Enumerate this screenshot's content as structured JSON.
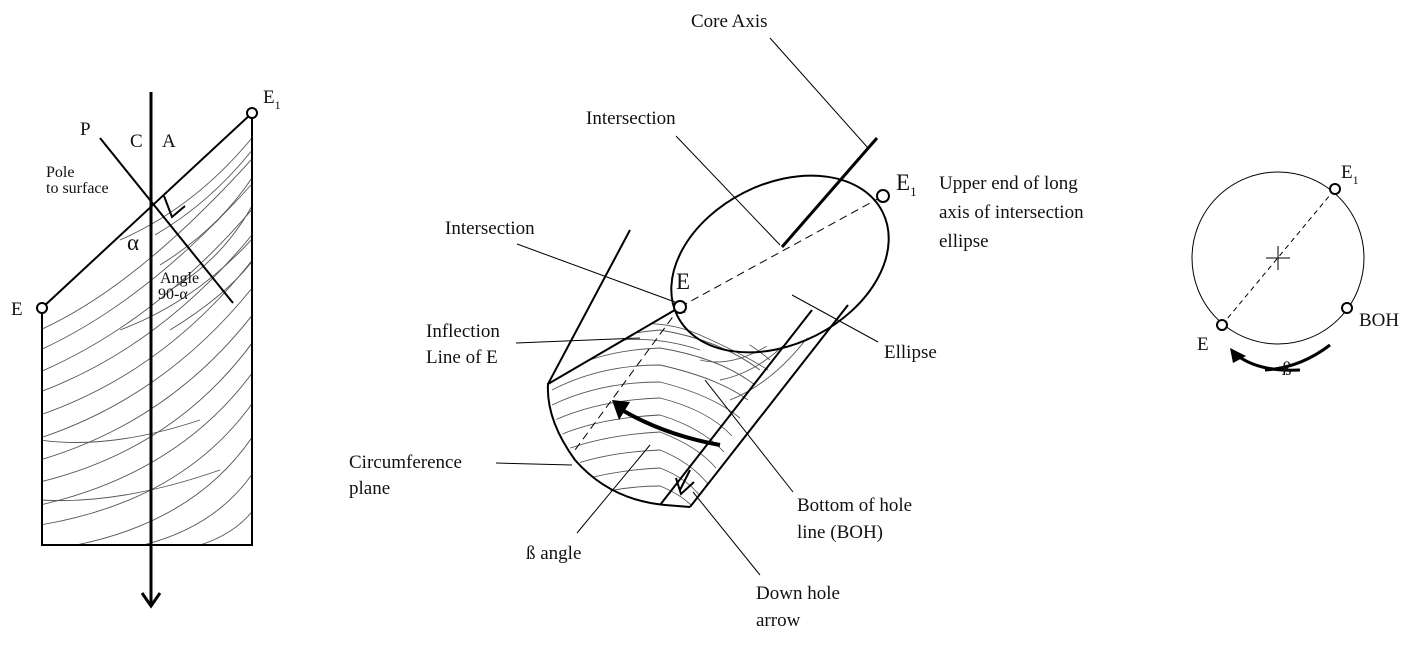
{
  "left_panel": {
    "label_P": "P",
    "label_C": "C",
    "label_A": "A",
    "pole_line1": "Pole",
    "pole_line2": "to surface",
    "alpha": "α",
    "angle_line1": "Angle",
    "angle_line2": "90-α",
    "label_E": "E",
    "label_E1": "E",
    "label_E1_sub": "1"
  },
  "middle_panel": {
    "core_axis": "Core Axis",
    "intersection_top": "Intersection",
    "intersection_left": "Intersection",
    "label_E": "E",
    "label_E1": "E",
    "label_E1_sub": "1",
    "upper_end": [
      "Upper end of long",
      "axis of intersection",
      "ellipse"
    ],
    "ellipse": "Ellipse",
    "inflection": [
      "Inflection",
      "Line of E"
    ],
    "circumference": [
      "Circumference",
      "plane"
    ],
    "beta_angle": "ß angle",
    "boh": [
      "Bottom of hole",
      "line (BOH)"
    ],
    "down_hole": [
      "Down hole",
      "arrow"
    ]
  },
  "right_panel": {
    "label_E": "E",
    "label_E1": "E",
    "label_E1_sub": "1",
    "boh": "BOH",
    "beta": "ß"
  }
}
